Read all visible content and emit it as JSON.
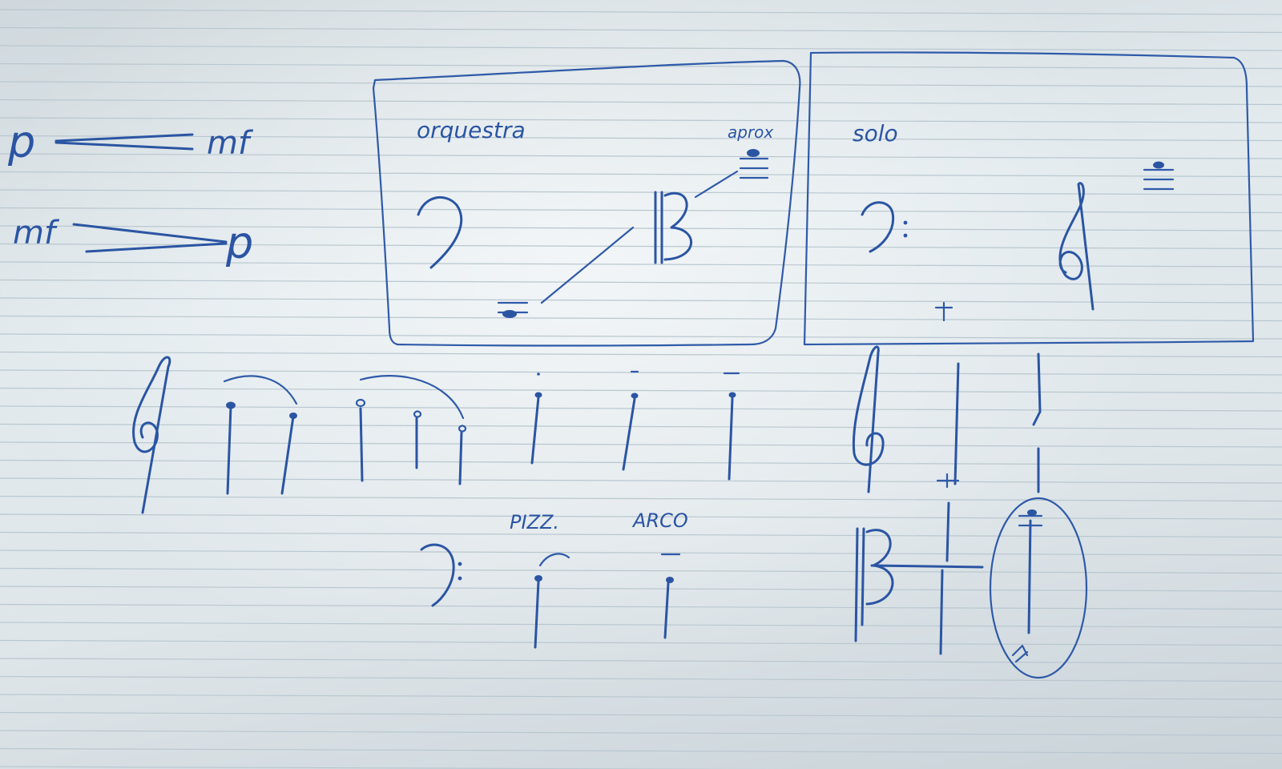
{
  "photo": {
    "subject": "handwritten music notation sketch on lined paper",
    "ink_color": "#2b55a3",
    "paper_color": "#dfe7ea"
  },
  "dynamics": {
    "crescendo_start": "p",
    "crescendo_end": "mf",
    "decrescendo_start": "mf",
    "decrescendo_end": "p"
  },
  "boxes": {
    "orchestra_label": "orquestra",
    "orchestra_note_label": "aprox",
    "solo_label": "solo"
  },
  "techniques": {
    "pizz_label": "PIZZ.",
    "arco_label": "ARCO"
  }
}
